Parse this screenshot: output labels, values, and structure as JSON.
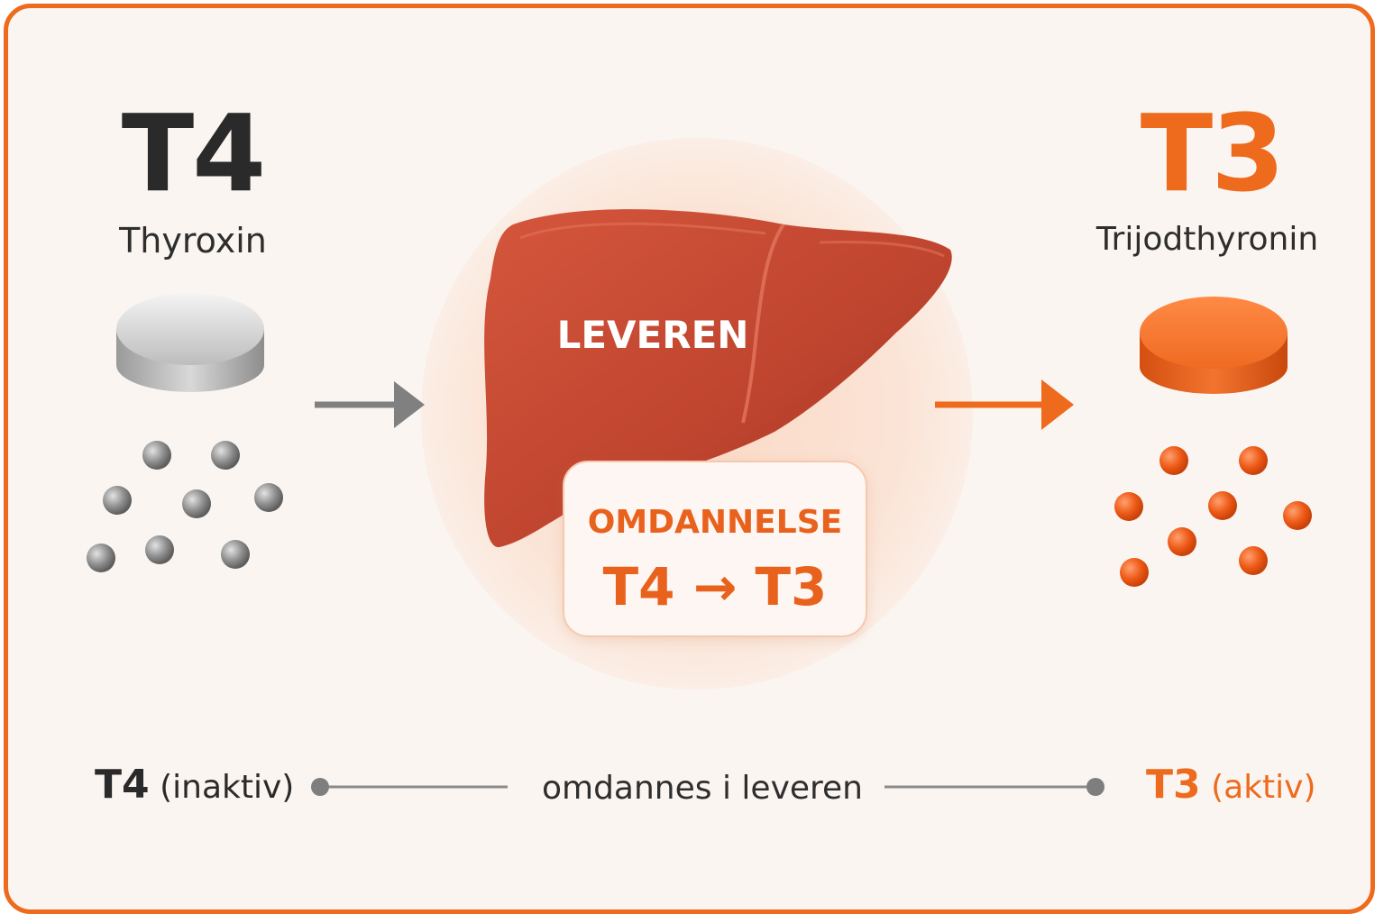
{
  "left": {
    "code": "T4",
    "name": "Thyroxin"
  },
  "right": {
    "code": "T3",
    "name": "Trijodthyronin"
  },
  "organ": {
    "label": "LEVEREN"
  },
  "conversion": {
    "title": "OMDANNELSE",
    "equation": "T4 → T3"
  },
  "bottom": {
    "left_code": "T4",
    "left_status": "(inaktiv)",
    "middle": "omdannes i leveren",
    "right_code": "T3",
    "right_status": "(aktiv)"
  },
  "colors": {
    "accent": "#ee6a1c",
    "liver": "#c24a35",
    "inactive_gray": "#8c8c8c"
  }
}
